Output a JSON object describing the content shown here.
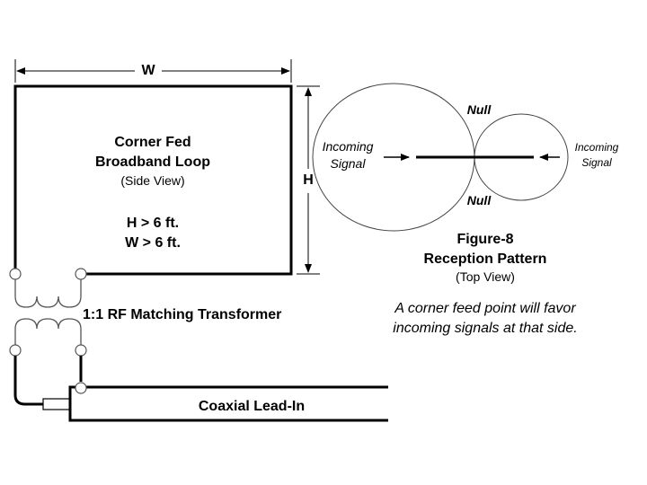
{
  "loop": {
    "width_label": "W",
    "height_label": "H",
    "title_line1": "Corner Fed",
    "title_line2": "Broadband Loop",
    "view": "(Side View)",
    "spec_height": "H > 6 ft.",
    "spec_width": "W > 6 ft."
  },
  "transformer": {
    "label": "1:1 RF Matching Transformer"
  },
  "coax": {
    "label": "Coaxial Lead-In"
  },
  "pattern": {
    "null_top": "Null",
    "null_bottom": "Null",
    "left_signal_line1": "Incoming",
    "left_signal_line2": "Signal",
    "right_signal_line1": "Incoming",
    "right_signal_line2": "Signal",
    "title_line1": "Figure-8",
    "title_line2": "Reception Pattern",
    "view": "(Top View)"
  },
  "note": {
    "line1": "A corner feed point will favor",
    "line2": "incoming signals at that side."
  },
  "colors": {
    "line": "#000000",
    "pattern_line": "#444444",
    "background": "#ffffff"
  }
}
